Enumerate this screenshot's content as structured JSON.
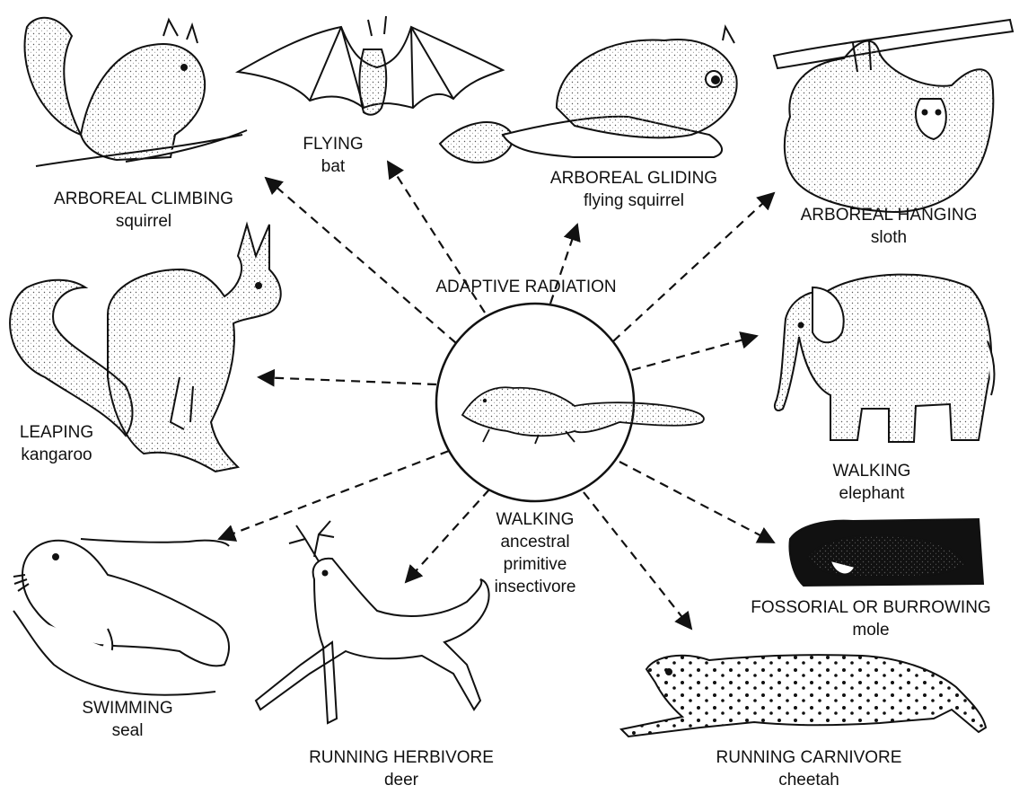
{
  "title": "ADAPTIVE RADIATION",
  "center": {
    "locomotion": "WALKING",
    "desc1": "ancestral",
    "desc2": "primitive",
    "desc3": "insectivore"
  },
  "branches": [
    {
      "id": "squirrel",
      "locomotion": "ARBOREAL CLIMBING",
      "animal": "squirrel"
    },
    {
      "id": "bat",
      "locomotion": "FLYING",
      "animal": "bat"
    },
    {
      "id": "flying-squirrel",
      "locomotion": "ARBOREAL GLIDING",
      "animal": "flying squirrel"
    },
    {
      "id": "sloth",
      "locomotion": "ARBOREAL HANGING",
      "animal": "sloth"
    },
    {
      "id": "kangaroo",
      "locomotion": "LEAPING",
      "animal": "kangaroo"
    },
    {
      "id": "elephant",
      "locomotion": "WALKING",
      "animal": "elephant"
    },
    {
      "id": "mole",
      "locomotion": "FOSSORIAL OR BURROWING",
      "animal": "mole"
    },
    {
      "id": "seal",
      "locomotion": "SWIMMING",
      "animal": "seal"
    },
    {
      "id": "deer",
      "locomotion": "RUNNING HERBIVORE",
      "animal": "deer"
    },
    {
      "id": "cheetah",
      "locomotion": "RUNNING CARNIVORE",
      "animal": "cheetah"
    }
  ],
  "colors": {
    "ink": "#111111",
    "paper": "#ffffff",
    "shade": "#555555"
  }
}
